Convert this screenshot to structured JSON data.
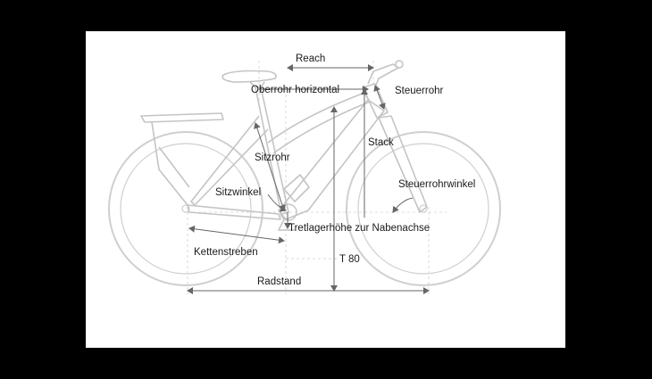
{
  "colors": {
    "background": "#000000",
    "canvas": "#ffffff",
    "frame_line": "#c9c9c9",
    "measure_line": "#666666",
    "guide_line": "#d8d8d8",
    "label_text": "#1a1a1a"
  },
  "labels": {
    "reach": "Reach",
    "oberrohr": "Oberrohr horizontal",
    "steuerrohr": "Steuerrohr",
    "stack": "Stack",
    "sitzrohr": "Sitzrohr",
    "steuerrohrwinkel": "Steuerrohrwinkel",
    "sitzwinkel": "Sitzwinkel",
    "tretlager": "Tretlagerhöhe zur Nabenachse",
    "kettenstreben": "Kettenstreben",
    "t80": "T 80",
    "radstand": "Radstand"
  }
}
